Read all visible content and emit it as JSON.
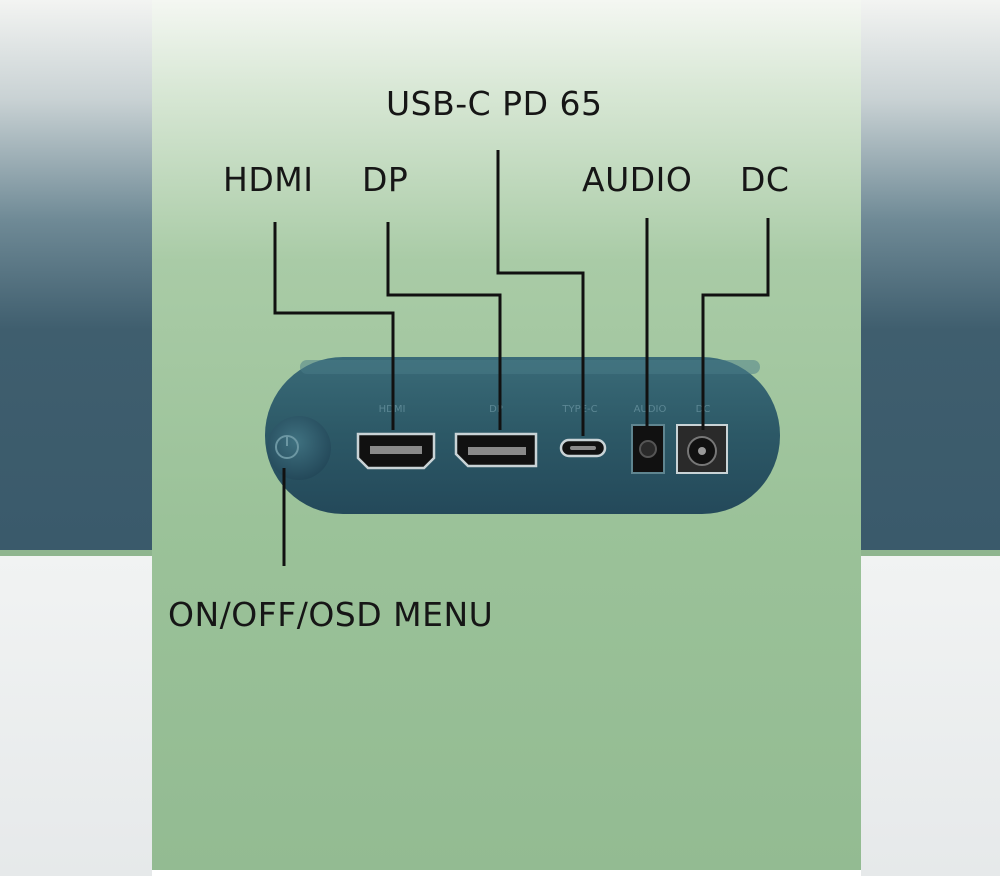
{
  "labels": {
    "usbc": "USB-C PD 65",
    "hdmi": "HDMI",
    "dp": "DP",
    "audio": "AUDIO",
    "dc": "DC",
    "power": "ON/OFF/OSD MENU"
  },
  "port_print": {
    "hdmi": "HDMI",
    "dp": "DP",
    "typec": "TYPE-C",
    "audio": "AUDIO",
    "dc": "DC"
  },
  "colors": {
    "panel_green": "#9bc299",
    "device_teal": "#2e5a66",
    "line": "#111111"
  }
}
